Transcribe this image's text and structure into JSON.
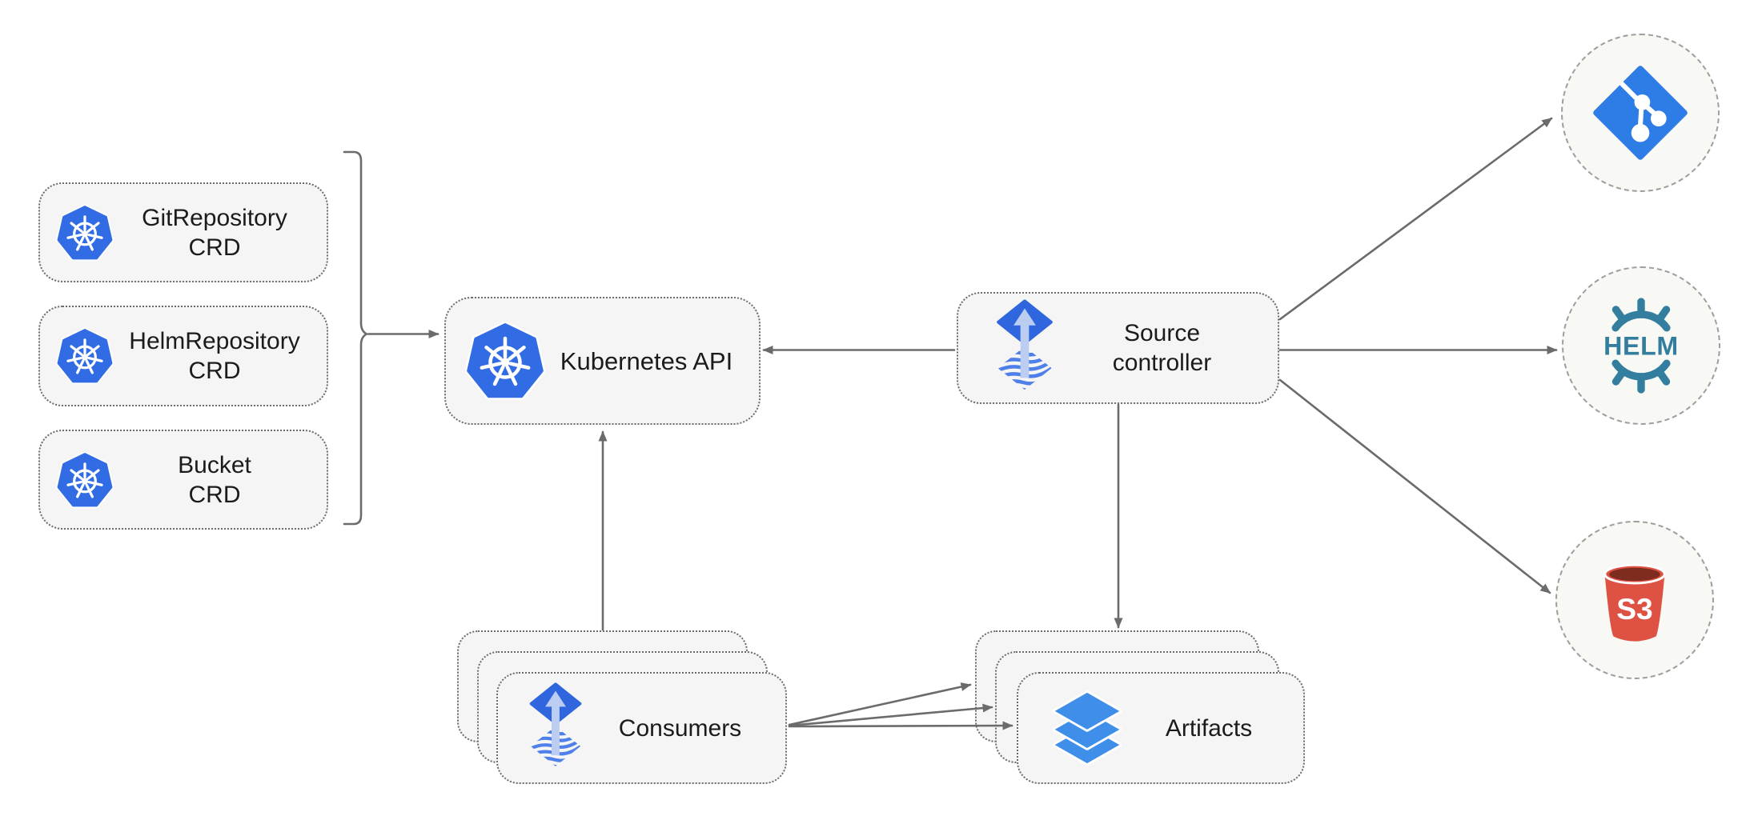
{
  "diagram": {
    "crd_boxes": [
      {
        "lines": [
          "GitRepository",
          "CRD"
        ],
        "icon": "kubernetes-icon"
      },
      {
        "lines": [
          "HelmRepository",
          "CRD"
        ],
        "icon": "kubernetes-icon"
      },
      {
        "lines": [
          "Bucket",
          "CRD"
        ],
        "icon": "kubernetes-icon"
      }
    ],
    "kubernetes_api": {
      "label": "Kubernetes API",
      "icon": "kubernetes-icon"
    },
    "source_controller": {
      "lines": [
        "Source",
        "controller"
      ],
      "icon": "flux-icon"
    },
    "consumers": {
      "label": "Consumers",
      "icon": "flux-icon"
    },
    "artifacts": {
      "label": "Artifacts",
      "icon": "layers-icon"
    },
    "sources": [
      {
        "name": "git",
        "icon": "git-icon",
        "text": ""
      },
      {
        "name": "helm",
        "icon": "helm-icon",
        "text": "HELM"
      },
      {
        "name": "s3",
        "icon": "s3-bucket-icon",
        "text": "S3"
      }
    ],
    "colors": {
      "kubernetes_blue": "#326CE5",
      "flux_blue": "#2F66DD",
      "flux_arrow_light": "#BCCDF2",
      "flux_wave_blue": "#4F7FE8",
      "git_blue": "#2E7CE5",
      "helm_teal": "#337E9F",
      "s3_red": "#DD5243",
      "s3_dark": "#7E2C1F",
      "layers_blue": "#3F8FEA",
      "arrow_gray": "#6B6B6B",
      "node_fill": "#F5F5F5"
    }
  }
}
